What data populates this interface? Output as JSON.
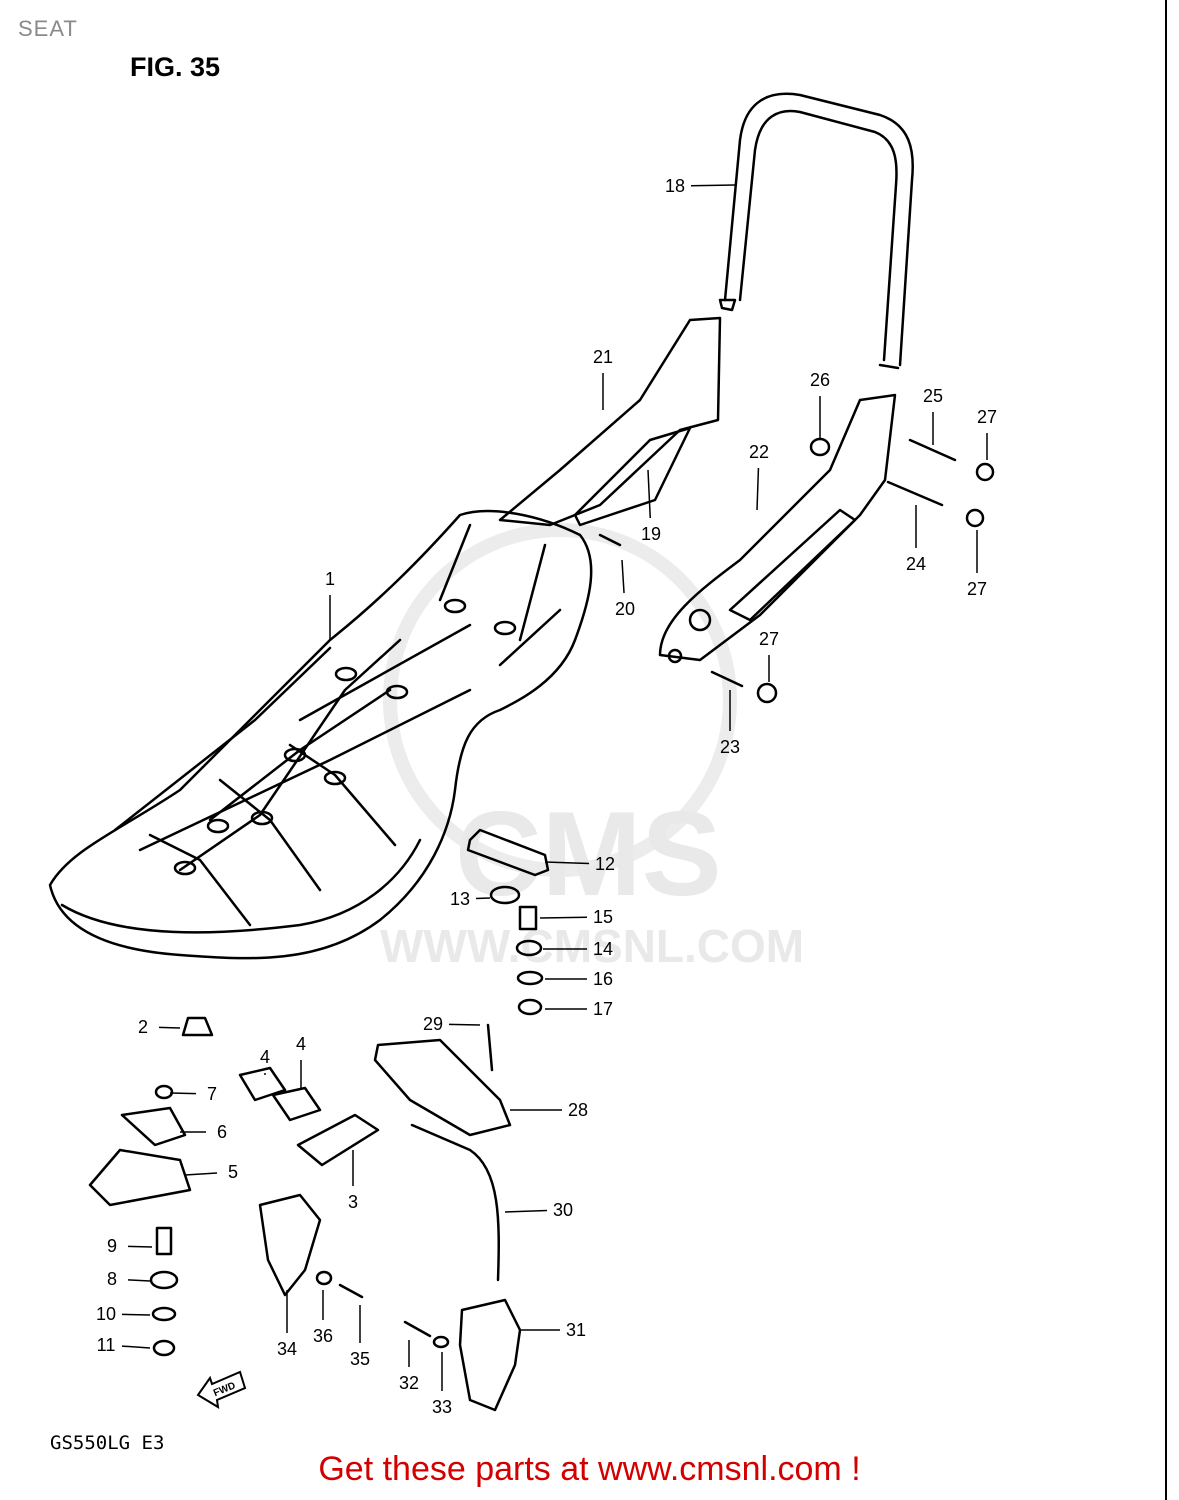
{
  "header": {
    "section": "SEAT",
    "figure": "FIG. 35"
  },
  "model_code": "GS550LG  E3",
  "watermark": {
    "brand": "CMS",
    "url": "WWW.CMSNL.COM"
  },
  "fwd_label": "FWD",
  "footer": {
    "text": "Get these parts at www.cmsnl.com !"
  },
  "callouts": [
    {
      "id": "c1",
      "num": "1"
    },
    {
      "id": "c2",
      "num": "2"
    },
    {
      "id": "c3",
      "num": "3"
    },
    {
      "id": "c4a",
      "num": "4"
    },
    {
      "id": "c4b",
      "num": "4"
    },
    {
      "id": "c5",
      "num": "5"
    },
    {
      "id": "c6",
      "num": "6"
    },
    {
      "id": "c7",
      "num": "7"
    },
    {
      "id": "c8",
      "num": "8"
    },
    {
      "id": "c9",
      "num": "9"
    },
    {
      "id": "c10",
      "num": "10"
    },
    {
      "id": "c11",
      "num": "11"
    },
    {
      "id": "c12",
      "num": "12"
    },
    {
      "id": "c13",
      "num": "13"
    },
    {
      "id": "c14",
      "num": "14"
    },
    {
      "id": "c15",
      "num": "15"
    },
    {
      "id": "c16",
      "num": "16"
    },
    {
      "id": "c17",
      "num": "17"
    },
    {
      "id": "c18",
      "num": "18"
    },
    {
      "id": "c19",
      "num": "19"
    },
    {
      "id": "c20",
      "num": "20"
    },
    {
      "id": "c21",
      "num": "21"
    },
    {
      "id": "c22",
      "num": "22"
    },
    {
      "id": "c23",
      "num": "23"
    },
    {
      "id": "c24",
      "num": "24"
    },
    {
      "id": "c25",
      "num": "25"
    },
    {
      "id": "c26",
      "num": "26"
    },
    {
      "id": "c27a",
      "num": "27"
    },
    {
      "id": "c27b",
      "num": "27"
    },
    {
      "id": "c27c",
      "num": "27"
    },
    {
      "id": "c28",
      "num": "28"
    },
    {
      "id": "c29",
      "num": "29"
    },
    {
      "id": "c30",
      "num": "30"
    },
    {
      "id": "c31",
      "num": "31"
    },
    {
      "id": "c32",
      "num": "32"
    },
    {
      "id": "c33",
      "num": "33"
    },
    {
      "id": "c34",
      "num": "34"
    },
    {
      "id": "c35",
      "num": "35"
    },
    {
      "id": "c36",
      "num": "36"
    }
  ]
}
